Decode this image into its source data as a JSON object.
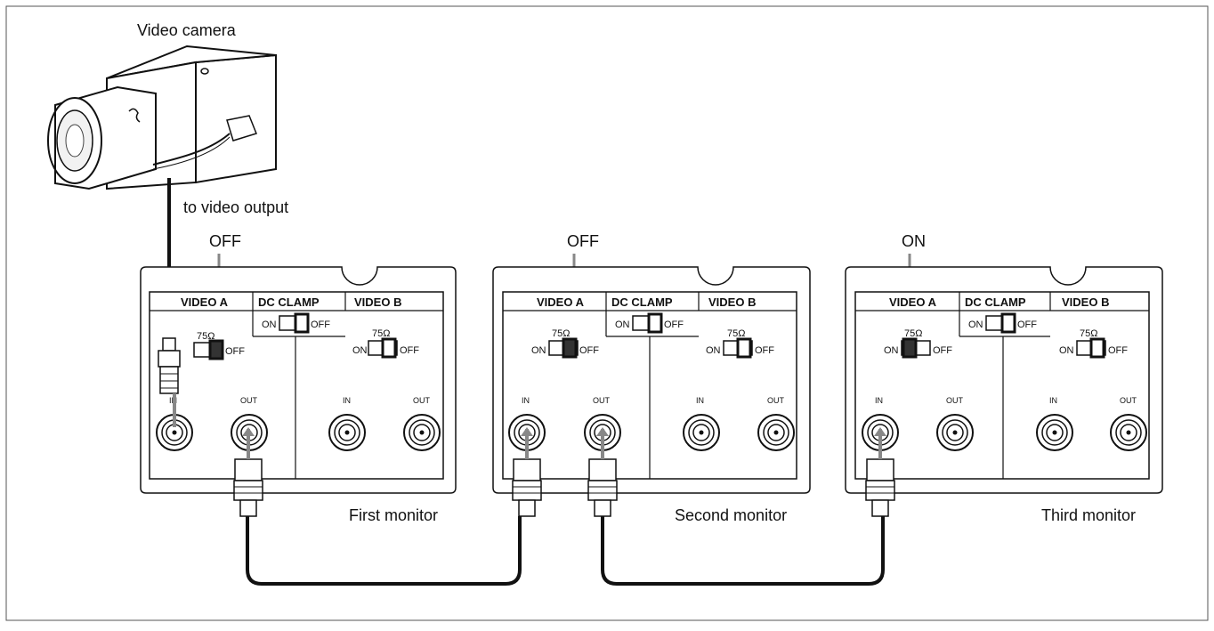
{
  "camera": {
    "label": "Video camera",
    "output_label": "to video output"
  },
  "callouts": [
    "OFF",
    "OFF",
    "ON"
  ],
  "monitors": [
    {
      "name": "First monitor",
      "termination": "OFF"
    },
    {
      "name": "Second monitor",
      "termination": "OFF"
    },
    {
      "name": "Third monitor",
      "termination": "ON"
    }
  ],
  "panel": {
    "video_a": "VIDEO A",
    "dc_clamp": "DC CLAMP",
    "video_b": "VIDEO B",
    "impedance": "75Ω",
    "on": "ON",
    "off": "OFF",
    "in": "IN",
    "out": "OUT"
  },
  "colors": {
    "line": "#111111",
    "arrow": "#888888",
    "panel_bg": "#ffffff"
  }
}
